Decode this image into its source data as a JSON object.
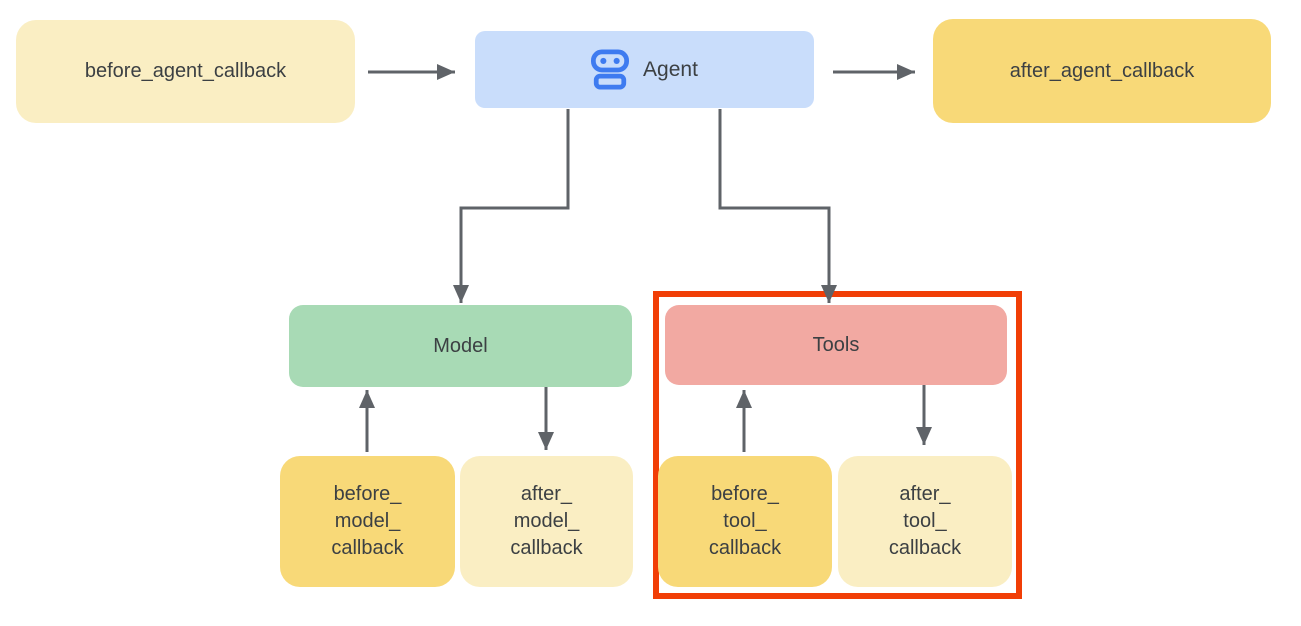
{
  "diagram_type": "flowchart",
  "colors": {
    "background": "#FFFFFF",
    "agent_fill": "#C9DDFB",
    "agent_icon_blue": "#3E7BF0",
    "model_fill": "#A8DAB5",
    "tools_fill": "#F2A9A2",
    "light_yellow_fill": "#FAEEC3",
    "medium_yellow_fill": "#F8D978",
    "arrow_gray": "#5F6368",
    "text_color": "#3C4043",
    "highlight_red": "#F13E06"
  },
  "nodes": {
    "before_agent_callback": {
      "label": "before_agent_callback"
    },
    "agent": {
      "label": "Agent",
      "icon": "robot-icon"
    },
    "after_agent_callback": {
      "label": "after_agent_callback"
    },
    "model": {
      "label": "Model"
    },
    "tools": {
      "label": "Tools"
    },
    "before_model_callback": {
      "label": "before_\nmodel_\ncallback"
    },
    "after_model_callback": {
      "label": "after_\nmodel_\ncallback"
    },
    "before_tool_callback": {
      "label": "before_\ntool_\ncallback"
    },
    "after_tool_callback": {
      "label": "after_\ntool_\ncallback"
    }
  },
  "edges": [
    {
      "from": "before_agent_callback",
      "to": "agent",
      "style": "straight-arrow"
    },
    {
      "from": "agent",
      "to": "after_agent_callback",
      "style": "straight-arrow"
    },
    {
      "from": "agent",
      "to": "model",
      "style": "elbow-arrow"
    },
    {
      "from": "agent",
      "to": "tools",
      "style": "elbow-arrow"
    },
    {
      "from": "before_model_callback",
      "to": "model",
      "style": "straight-arrow"
    },
    {
      "from": "model",
      "to": "after_model_callback",
      "style": "straight-arrow"
    },
    {
      "from": "before_tool_callback",
      "to": "tools",
      "style": "straight-arrow"
    },
    {
      "from": "tools",
      "to": "after_tool_callback",
      "style": "straight-arrow"
    }
  ],
  "highlight": {
    "shape": "red-rectangle",
    "around": [
      "tools",
      "before_tool_callback",
      "after_tool_callback"
    ]
  }
}
